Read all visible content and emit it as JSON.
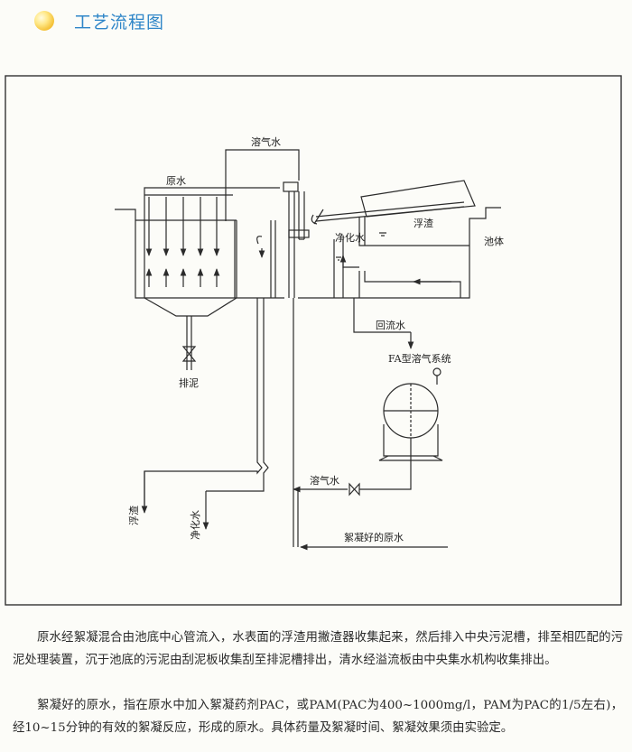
{
  "header": {
    "title": "工艺流程图"
  },
  "diagram": {
    "labels": {
      "dissolved_air_top": "溶气水",
      "raw_water": "原水",
      "scum": "浮渣",
      "clean_water": "净化水",
      "tank_body": "池体",
      "return_water": "回流水",
      "fa_system": "FA型溶气系统",
      "sludge_discharge": "排泥",
      "dissolved_air_bottom": "溶气水",
      "out_scum": "浮渣",
      "out_clean_water": "净化水",
      "flocculated_water": "絮凝好的原水"
    }
  },
  "description": {
    "para1": "原水经絮凝混合由池底中心管流入，水表面的浮渣用撇渣器收集起来，然后排入中央污泥槽，排至相匹配的污泥处理装置，沉于池底的污泥由刮泥板收集刮至排泥槽排出，清水经溢流板由中央集水机构收集排出。",
    "para2": "絮凝好的原水，指在原水中加入絮凝药剂PAC，或PAM(PAC为400~1000mg/l，PAM为PAC的1/5左右)，经10~15分钟的有效的絮凝反应，形成的原水。具体药量及絮凝时间、絮凝效果须由实验定。"
  },
  "colors": {
    "title": "#2f86c8",
    "line": "#2b2b2b",
    "frame": "#333333"
  }
}
